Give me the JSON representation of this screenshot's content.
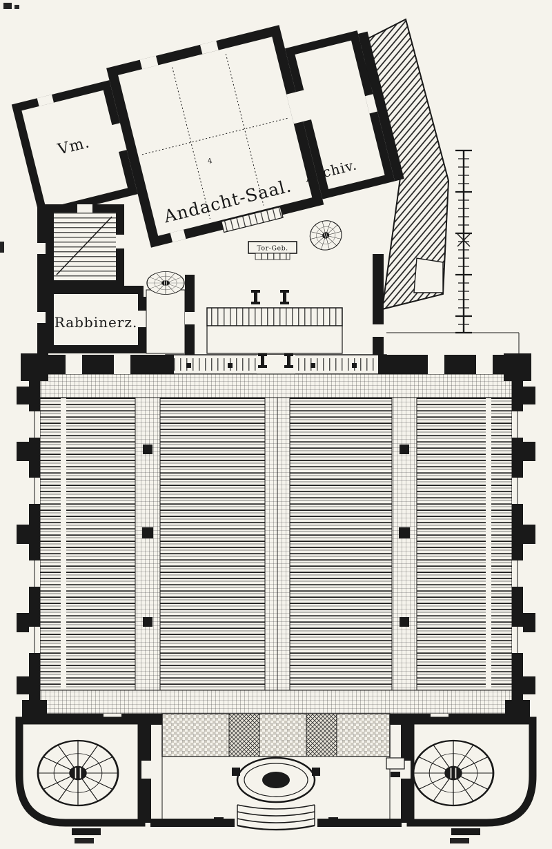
{
  "drawing": {
    "type": "architectural-floor-plan",
    "labels": {
      "vm": "Vm.",
      "andacht_saal": "Andacht-Saal.",
      "archiv": "Archiv.",
      "rabbinerz": "Rabbinerz.",
      "tor_geb": "Tor-Geb.",
      "ref_mark": "4"
    },
    "colors": {
      "paper": "#f5f3ec",
      "ink": "#191919",
      "tile_grey": "#cdc9bf"
    }
  }
}
